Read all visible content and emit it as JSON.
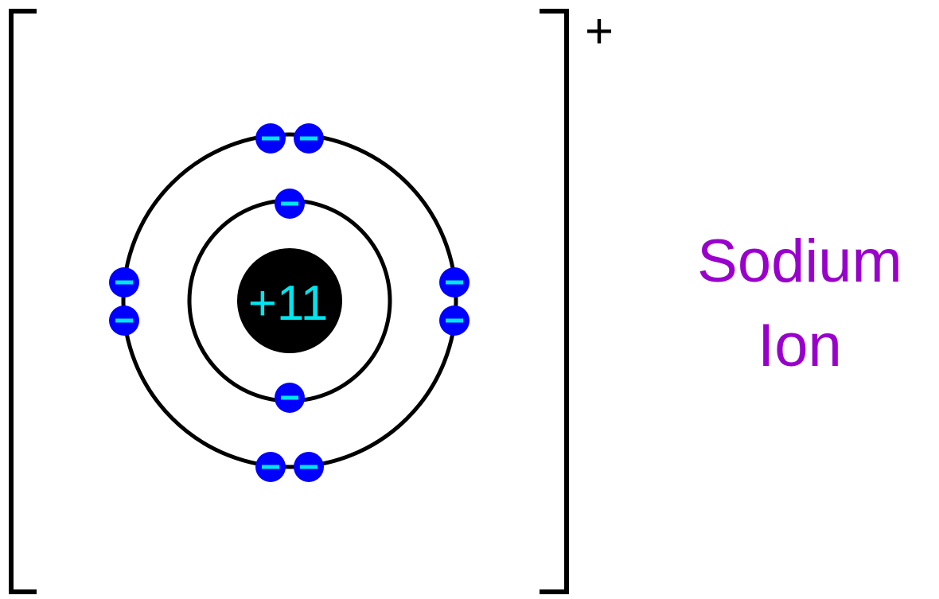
{
  "nucleus": {
    "charge_label": "+11"
  },
  "ion_charge": "+",
  "label": {
    "line1": "Sodium",
    "line2": "Ion"
  },
  "electron_symbol": "−",
  "shells": [
    {
      "name": "inner",
      "electrons": 2
    },
    {
      "name": "outer",
      "electrons": 8
    }
  ],
  "colors": {
    "nucleus": "#000000",
    "nucleus_text": "#00e5ee",
    "electron": "#0000ff",
    "electron_sign": "#00e5ee",
    "orbit": "#000000",
    "bracket": "#000000",
    "label": "#9900cc"
  }
}
